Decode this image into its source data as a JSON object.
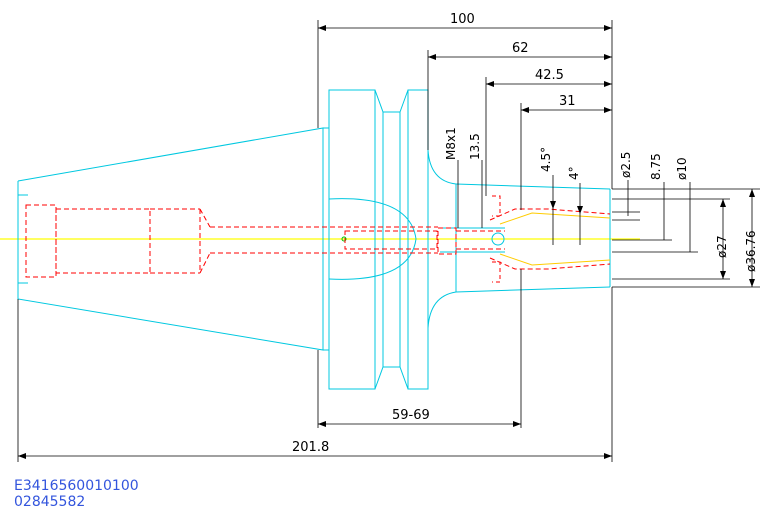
{
  "dimensions": {
    "length_total_top": "100",
    "length_62": "62",
    "length_42_5": "42.5",
    "length_31": "31",
    "thread": "M8x1",
    "depth_13_5": "13.5",
    "angle_4_5": "4.5°",
    "angle_4": "4°",
    "dia_2_5": "ø2.5",
    "dia_8_75": "8.75",
    "dia_10": "ø10",
    "dia_27": "ø27",
    "dia_36_76": "ø36.76",
    "range_59_69": "59-69",
    "length_overall": "201.8"
  },
  "codes": {
    "part_number": "E3416560010100",
    "order_number": "02845582"
  },
  "colors": {
    "body_outline": "#00c8e0",
    "hidden_lines": "#ff0000",
    "center_line": "#ffff00",
    "collet_lines": "#ffcc00",
    "dimension_lines": "#000000",
    "code_text": "#3355dd"
  }
}
